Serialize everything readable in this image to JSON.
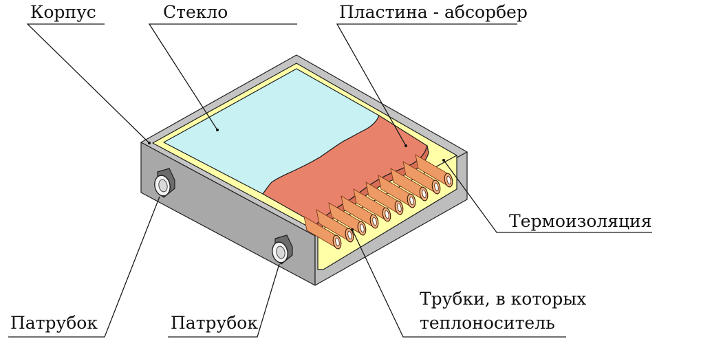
{
  "labels": {
    "korpus": "Корпус",
    "steklo": "Стекло",
    "plastina": "Пластина - абсорбер",
    "termoizolyatsiya": "Термоизоляция",
    "trubki_line1": "Трубки, в которых",
    "trubki_line2": "теплоноситель",
    "patrubok_left": "Патрубок",
    "patrubok_right": "Патрубок"
  },
  "colors": {
    "housing_top": "#c4c4c4",
    "housing_front": "#a8a8a8",
    "housing_side": "#bdbdbd",
    "insulation": "#ffffa8",
    "glass": "#c7f1f3",
    "absorber": "#e9826a",
    "tubes": "#ee9a64"
  },
  "icons": {
    "pipe_fitting": "pipe-fitting-icon"
  }
}
